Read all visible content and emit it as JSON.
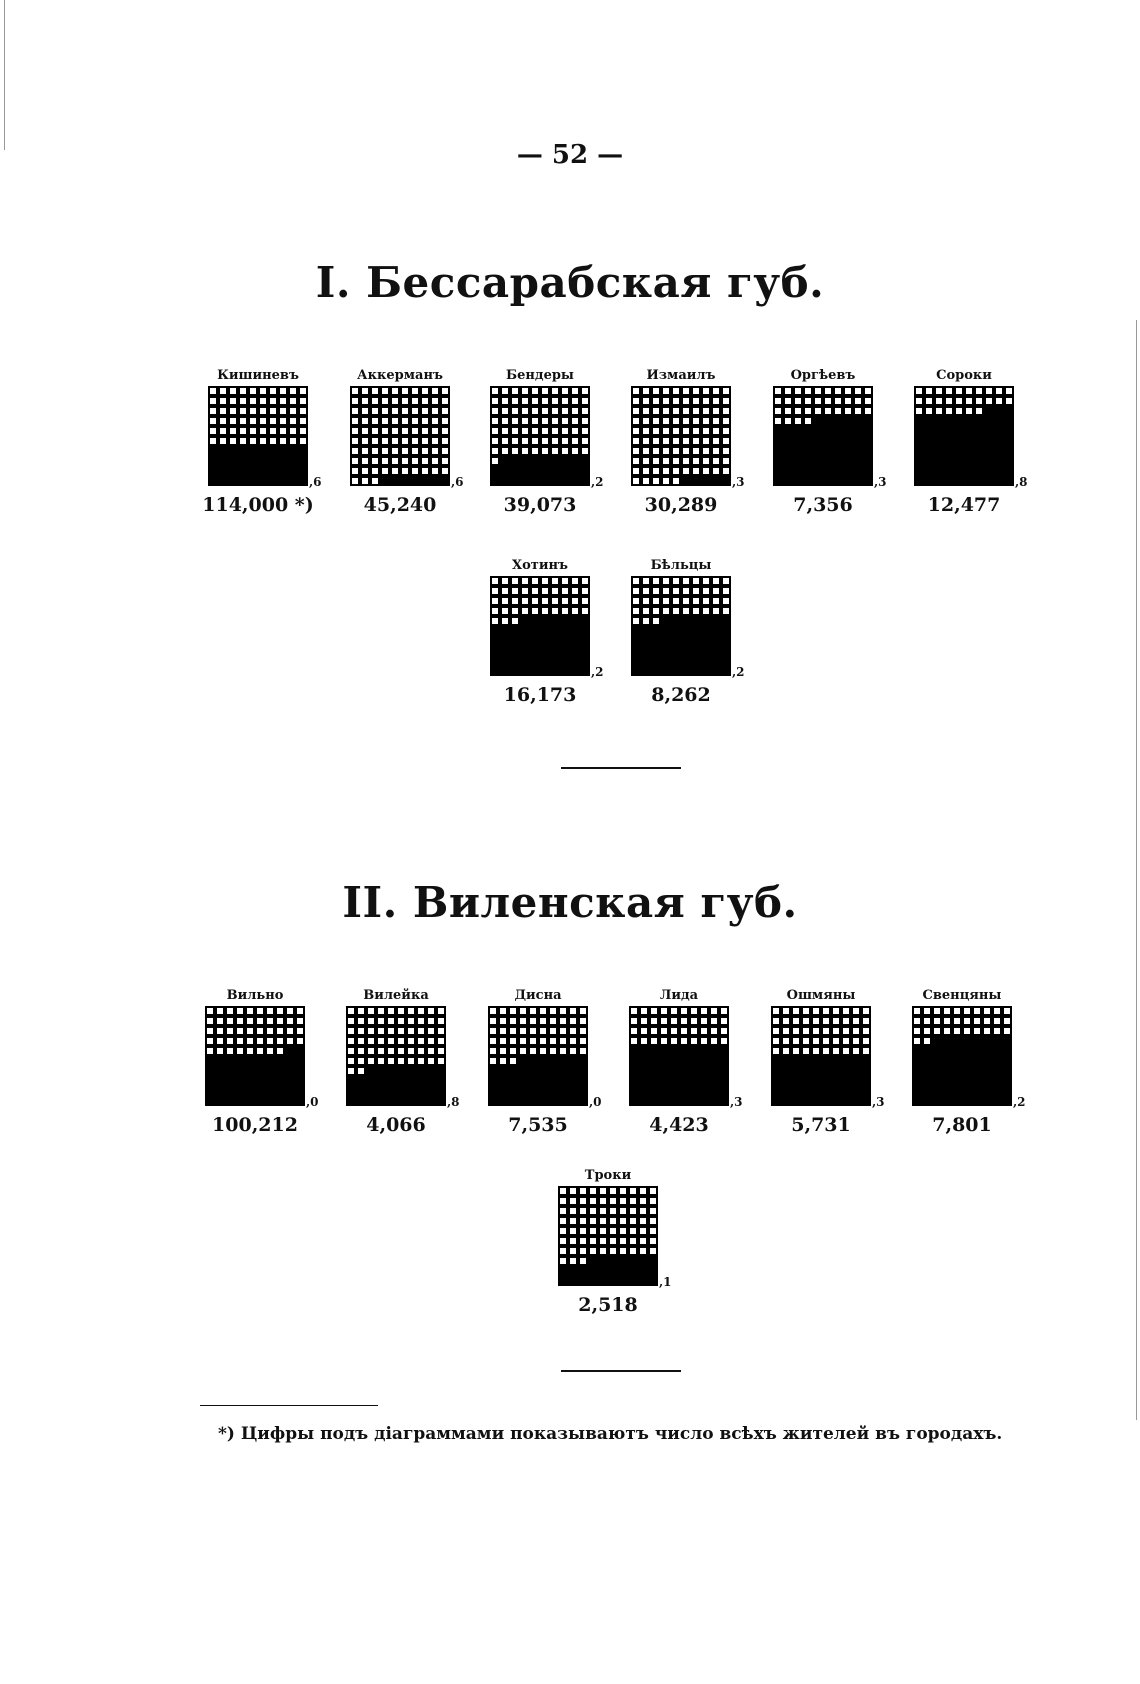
{
  "page_number": "— 52 —",
  "sections": [
    {
      "title": "I. Бессарабская губ.",
      "cities": [
        {
          "name": "Кишиневъ",
          "filled_cells": 40,
          "decimal": ",6",
          "population": "114,000 *)"
        },
        {
          "name": "Аккерманъ",
          "filled_cells": 7,
          "decimal": ",6",
          "population": "45,240"
        },
        {
          "name": "Бендеры",
          "filled_cells": 29,
          "decimal": ",2",
          "population": "39,073"
        },
        {
          "name": "Измаилъ",
          "filled_cells": 5,
          "decimal": ",3",
          "population": "30,289"
        },
        {
          "name": "Оргѣевъ",
          "filled_cells": 66,
          "decimal": ",3",
          "population": "7,356"
        },
        {
          "name": "Сороки",
          "filled_cells": 73,
          "decimal": ",8",
          "population": "12,477"
        },
        {
          "name": "Хотинъ",
          "filled_cells": 57,
          "decimal": ",2",
          "population": "16,173"
        },
        {
          "name": "Бѣльцы",
          "filled_cells": 57,
          "decimal": ",2",
          "population": "8,262"
        }
      ]
    },
    {
      "title": "II. Виленская губ.",
      "cities": [
        {
          "name": "Вильно",
          "filled_cells": 52,
          "decimal": ",0",
          "population": "100,212"
        },
        {
          "name": "Вилейка",
          "filled_cells": 38,
          "decimal": ",8",
          "population": "4,066"
        },
        {
          "name": "Дисна",
          "filled_cells": 47,
          "decimal": ",0",
          "population": "7,535"
        },
        {
          "name": "Лида",
          "filled_cells": 60,
          "decimal": ",3",
          "population": "4,423"
        },
        {
          "name": "Ошмяны",
          "filled_cells": 50,
          "decimal": ",3",
          "population": "5,731"
        },
        {
          "name": "Свенцяны",
          "filled_cells": 68,
          "decimal": ",2",
          "population": "7,801"
        },
        {
          "name": "Троки",
          "filled_cells": 27,
          "decimal": ",1",
          "population": "2,518"
        }
      ]
    }
  ],
  "footnote": "*) Цифры подъ діаграммами показываютъ число всѣхъ жителей въ городахъ."
}
